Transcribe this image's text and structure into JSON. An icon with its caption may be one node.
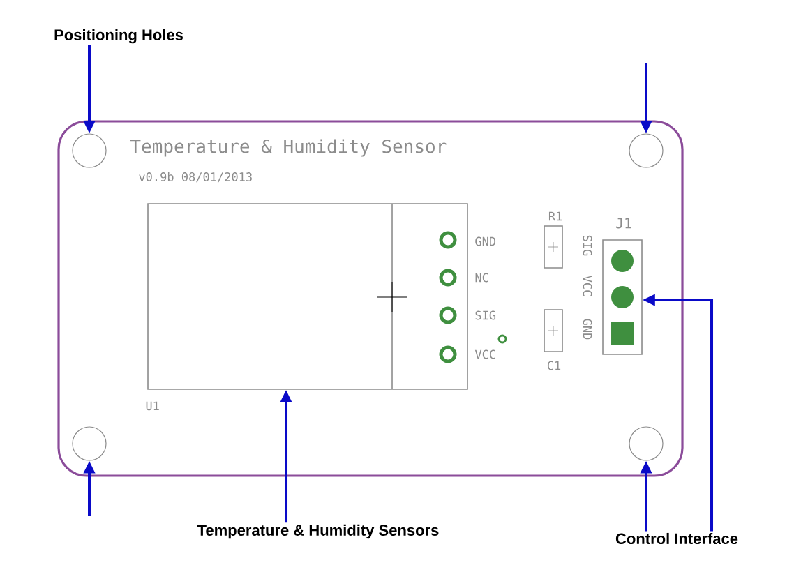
{
  "diagram": {
    "nodes": [
      {
        "text": [
          "Positioning Holes"
        ]
      },
      {
        "text": [
          "Temperature & Humidity Sensor",
          "v0.9b 08/01/2013"
        ]
      },
      {
        "text": [],
        "shape": "circle",
        "in": 1
      },
      {
        "text": [],
        "shape": "circle",
        "in": 1
      },
      {
        "text": [],
        "shape": "circle",
        "in": 1
      },
      {
        "text": [],
        "shape": "circle",
        "in": 1
      },
      {
        "text": [],
        "shape": "box",
        "in": 1,
        "beside": [
          "GND",
          "NC",
          "SIG",
          "VCC",
          "U1"
        ]
      },
      {
        "text": [
          "J1"
        ],
        "in": 1,
        "beside": [
          "SIG",
          "VCC",
          "GND"
        ]
      },
      {
        "text": [
          "Temperature & Humidity Sensors"
        ]
      },
      {
        "text": [
          "Control Interface"
        ]
      }
    ],
    "edges": [
      {
        "from": 0,
        "to": 2,
        "arrow": "to"
      },
      {
        "from": null,
        "to": 3,
        "arrow": "to"
      },
      {
        "from": null,
        "to": 4,
        "arrow": "to"
      },
      {
        "from": 9,
        "to": 5,
        "arrow": "to"
      },
      {
        "from": 8,
        "to": 6,
        "arrow": "to"
      },
      {
        "from": 9,
        "to": 7,
        "arrow": "to"
      }
    ],
    "labels": [
      "R1",
      "C1"
    ]
  }
}
